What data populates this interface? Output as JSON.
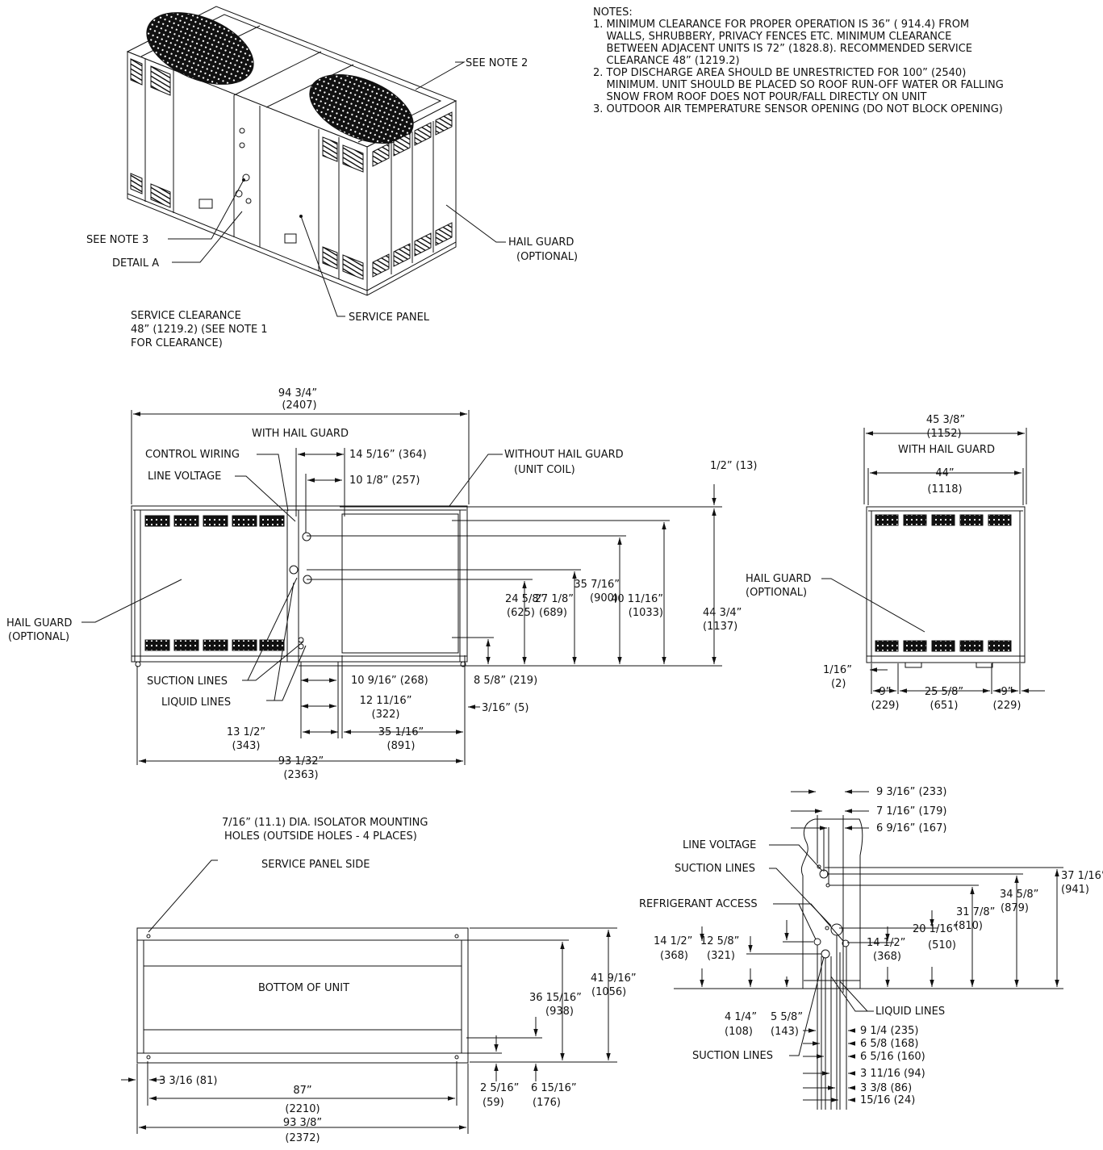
{
  "notes": {
    "heading": "NOTES:",
    "lines": [
      "1. MINIMUM CLEARANCE FOR PROPER OPERATION IS 36” ( 914.4) FROM",
      "    WALLS, SHRUBBERY, PRIVACY FENCES ETC. MINIMUM CLEARANCE",
      "    BETWEEN ADJACENT UNITS IS 72” (1828.8). RECOMMENDED SERVICE",
      "    CLEARANCE 48” (1219.2)",
      "2. TOP DISCHARGE AREA SHOULD BE UNRESTRICTED FOR 100” (2540)",
      "    MINIMUM. UNIT SHOULD BE PLACED SO ROOF RUN-OFF WATER OR FALLING",
      "    SNOW FROM ROOF DOES NOT POUR/FALL DIRECTLY ON UNIT",
      "3. OUTDOOR AIR TEMPERATURE SENSOR OPENING (DO NOT BLOCK OPENING)"
    ]
  },
  "iso": {
    "see_note_2": "SEE NOTE 2",
    "see_note_3": "SEE NOTE 3",
    "detail_a": "DETAIL A",
    "hail_guard_1": "HAIL GUARD",
    "hail_guard_2": "(OPTIONAL)",
    "service_panel": "SERVICE PANEL",
    "clearance_1": "SERVICE CLEARANCE",
    "clearance_2": "48” (1219.2) (SEE NOTE 1",
    "clearance_3": "FOR CLEARANCE)"
  },
  "front": {
    "overall_1": "94 3/4”",
    "overall_2": "(2407)",
    "overall_3": "WITH HAIL GUARD",
    "control_wiring": "CONTROL WIRING",
    "line_voltage": "LINE VOLTAGE",
    "d_14_5_16": "14 5/16” (364)",
    "d_10_1_8": "10 1/8” (257)",
    "without_hg_1": "WITHOUT HAIL GUARD",
    "without_hg_2": "(UNIT COIL)",
    "d_half": "1/2” (13)",
    "hail_guard_1": "HAIL GUARD",
    "hail_guard_2": "(OPTIONAL)",
    "d_35_7_16_a": "35 7/16”",
    "d_35_7_16_b": "(900)",
    "d_40_11_16_a": "40 11/16”",
    "d_40_11_16_b": "(1033)",
    "d_44_3_4_a": "44 3/4”",
    "d_44_3_4_b": "(1137)",
    "d_27_1_8_a": "27 1/8”",
    "d_27_1_8_b": "(689)",
    "d_24_5_8_a": "24 5/8”",
    "d_24_5_8_b": "(625)",
    "suction_lines": "SUCTION LINES",
    "liquid_lines": "LIQUID LINES",
    "d_10_9_16": "10 9/16” (268)",
    "d_8_5_8": "8 5/8” (219)",
    "d_12_11_16_a": "12 11/16”",
    "d_12_11_16_b": "(322)",
    "d_3_16": "3/16” (5)",
    "d_13_1_2_a": "13 1/2”",
    "d_13_1_2_b": "(343)",
    "d_35_1_16_a": "35 1/16”",
    "d_35_1_16_b": "(891)",
    "d_93_1_32_a": "93 1/32”",
    "d_93_1_32_b": "(2363)"
  },
  "side": {
    "d_45_3_8_a": "45 3/8”",
    "d_45_3_8_b": "(1152)",
    "with_hg": "WITH HAIL GUARD",
    "d_44_a": "44”",
    "d_44_b": "(1118)",
    "hail_guard_1": "HAIL GUARD",
    "hail_guard_2": "(OPTIONAL)",
    "d_1_16_a": "1/16”",
    "d_1_16_b": "(2)",
    "d_9_a": "9”",
    "d_9_b": "(229)",
    "d_25_5_8_a": "25 5/8”",
    "d_25_5_8_b": "(651)",
    "d_9r_a": "9”",
    "d_9r_b": "(229)"
  },
  "bottom": {
    "isolator_1": "7/16” (11.1) DIA. ISOLATOR MOUNTING",
    "isolator_2": "HOLES (OUTSIDE HOLES - 4 PLACES)",
    "service_side": "SERVICE PANEL SIDE",
    "bottom_of_unit": "BOTTOM OF UNIT",
    "d_41_9_16_a": "41 9/16”",
    "d_41_9_16_b": "(1056)",
    "d_36_15_16_a": "36 15/16”",
    "d_36_15_16_b": "(938)",
    "d_3_3_16": "3 3/16 (81)",
    "d_87_a": "87”",
    "d_87_b": "(2210)",
    "d_93_3_8_a": "93 3/8”",
    "d_93_3_8_b": "(2372)",
    "d_2_5_16_a": "2 5/16”",
    "d_2_5_16_b": "(59)",
    "d_6_15_16_a": "6 15/16”",
    "d_6_15_16_b": "(176)"
  },
  "detail": {
    "d_9_3_16": "9 3/16” (233)",
    "d_7_1_16": "7 1/16” (179)",
    "d_6_9_16": "6 9/16” (167)",
    "line_voltage": "LINE VOLTAGE",
    "suction_lines": "SUCTION LINES",
    "refrigerant_access": "REFRIGERANT ACCESS",
    "d_14_1_2_l_a": "14 1/2”",
    "d_14_1_2_l_b": "(368)",
    "d_12_5_8_a": "12 5/8”",
    "d_12_5_8_b": "(321)",
    "d_14_1_2_r_a": "14 1/2”",
    "d_14_1_2_r_b": "(368)",
    "d_20_1_16_a": "20 1/16”",
    "d_20_1_16_b": "(510)",
    "d_31_7_8_a": "31 7/8”",
    "d_31_7_8_b": "(810)",
    "d_34_5_8_a": "34 5/8”",
    "d_34_5_8_b": "(879)",
    "d_37_1_16_a": "37 1/16”",
    "d_37_1_16_b": "(941)",
    "d_4_1_4_a": "4 1/4”",
    "d_4_1_4_b": "(108)",
    "d_5_5_8_a": "5 5/8”",
    "d_5_5_8_b": "(143)",
    "liquid_lines": "LIQUID LINES",
    "suction_lines_b": "SUCTION LINES",
    "d_9_1_4": "9 1/4 (235)",
    "d_6_5_8": "6 5/8 (168)",
    "d_6_5_16": "6 5/16 (160)",
    "d_3_11_16": "3 11/16 (94)",
    "d_3_3_8": "3 3/8 (86)",
    "d_15_16": "15/16 (24)"
  }
}
